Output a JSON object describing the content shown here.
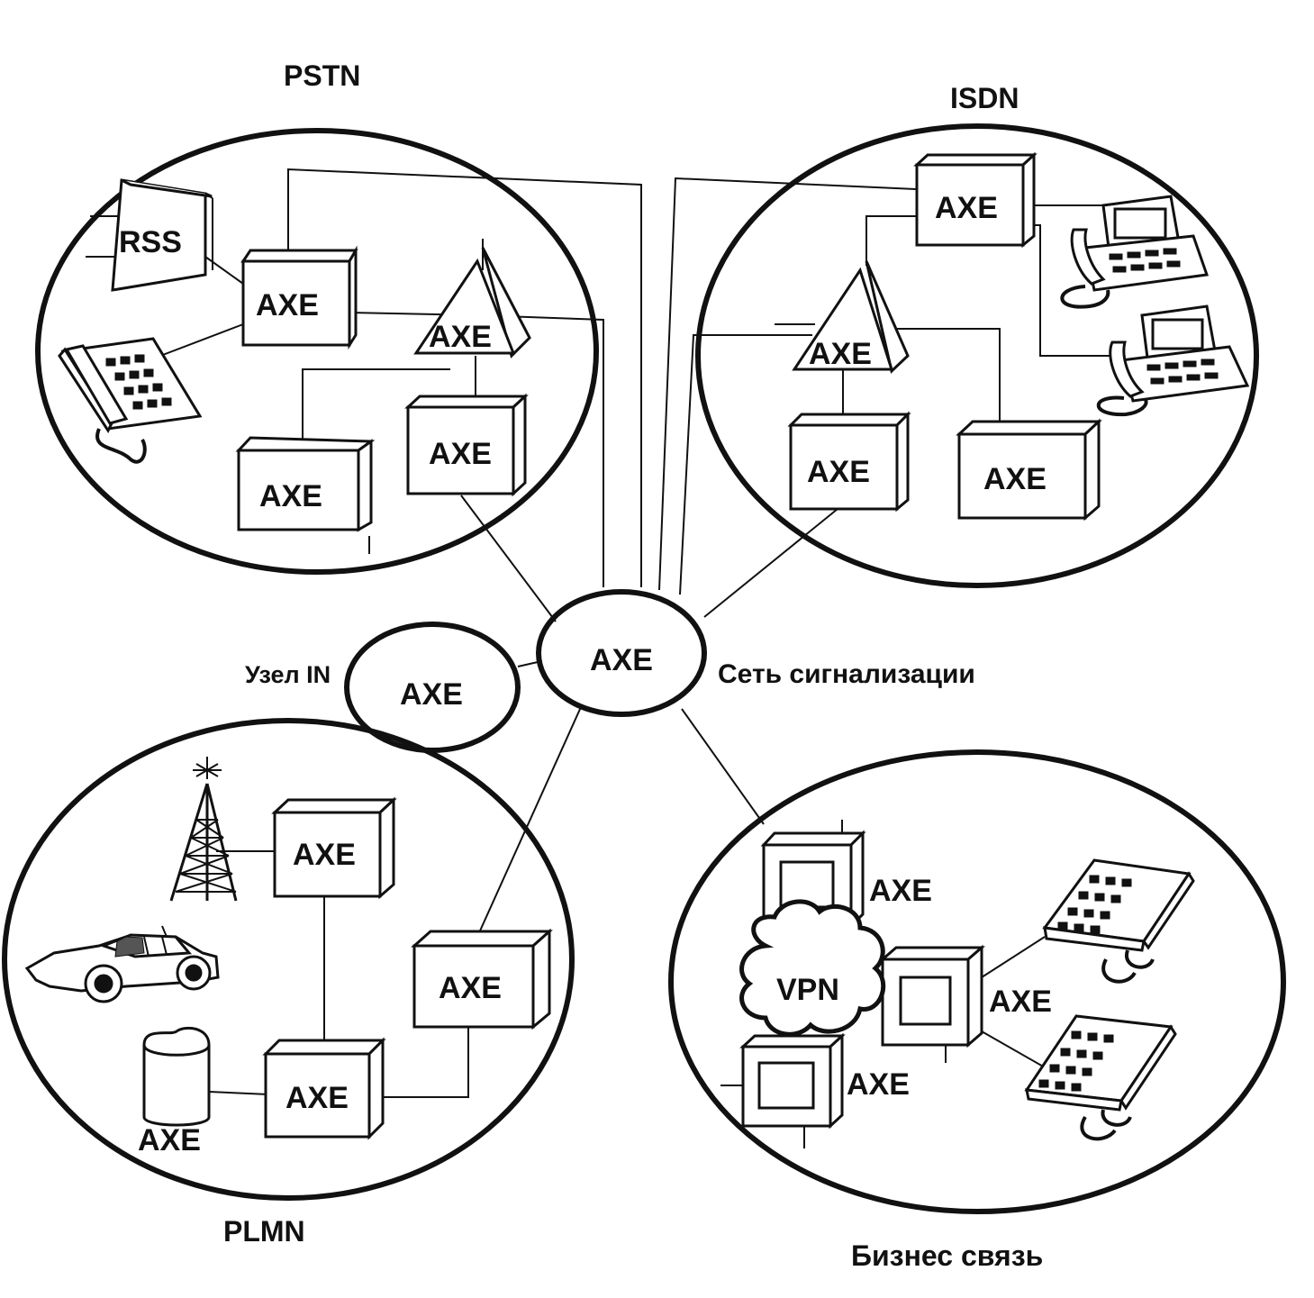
{
  "networks": {
    "pstn": "PSTN",
    "isdn": "ISDN",
    "plmn": "PLMN",
    "business": "Бизнес связь"
  },
  "labels": {
    "in_node": "Узел IN",
    "signaling": "Сеть сигнализации",
    "axe": "AXE",
    "rss": "RSS",
    "vpn": "VPN"
  },
  "icons": [
    "telephone-icon",
    "isdn-terminal-icon",
    "antenna-tower-icon",
    "car-icon",
    "database-icon",
    "vpn-cloud-icon"
  ]
}
